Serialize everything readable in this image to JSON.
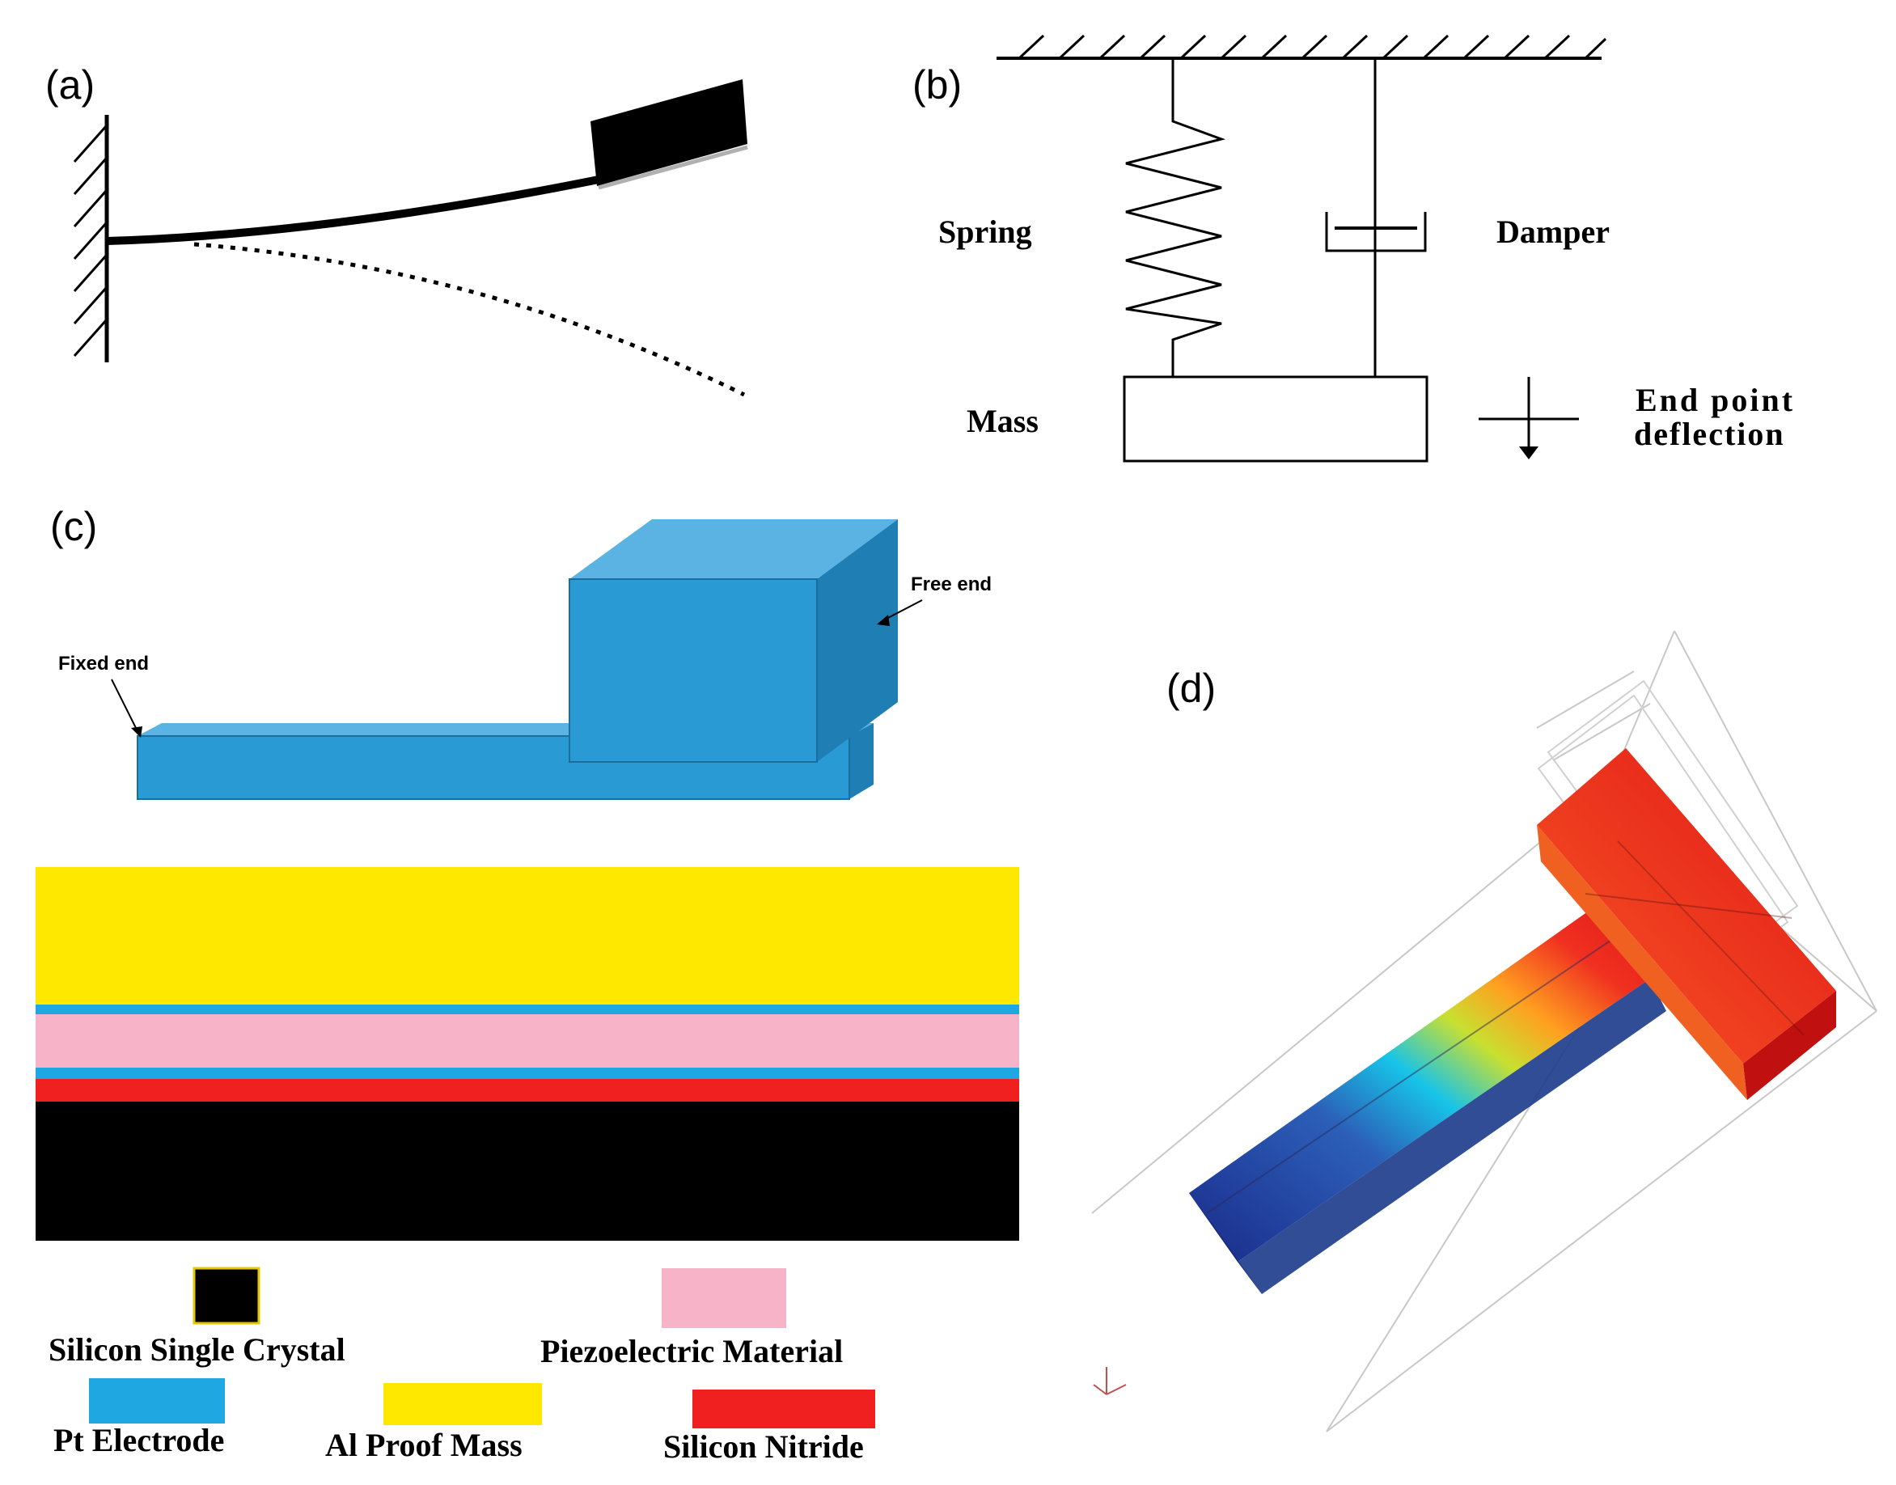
{
  "panels": {
    "a": {
      "label": "(a)"
    },
    "b": {
      "label": "(b)",
      "spring": "Spring",
      "damper": "Damper",
      "mass": "Mass",
      "deflection_line1": "End point",
      "deflection_line2": "deflection"
    },
    "c": {
      "label": "(c)",
      "fixed_end": "Fixed end",
      "free_end": "Free end"
    },
    "d": {
      "label": "(d)"
    }
  },
  "legend": {
    "items": [
      {
        "label": "Silicon Single Crystal",
        "color": "#000000"
      },
      {
        "label": "Piezoelectric Material",
        "color": "#f7b4c8"
      },
      {
        "label": "Pt Electrode",
        "color": "#1ea7e0"
      },
      {
        "label": "Al Proof Mass",
        "color": "#ffe800"
      },
      {
        "label": "Silicon Nitride",
        "color": "#f02020"
      }
    ]
  },
  "colors": {
    "block_front": "#2a9ad4",
    "block_top": "#5ab3e2",
    "block_side": "#1f7fb5"
  }
}
